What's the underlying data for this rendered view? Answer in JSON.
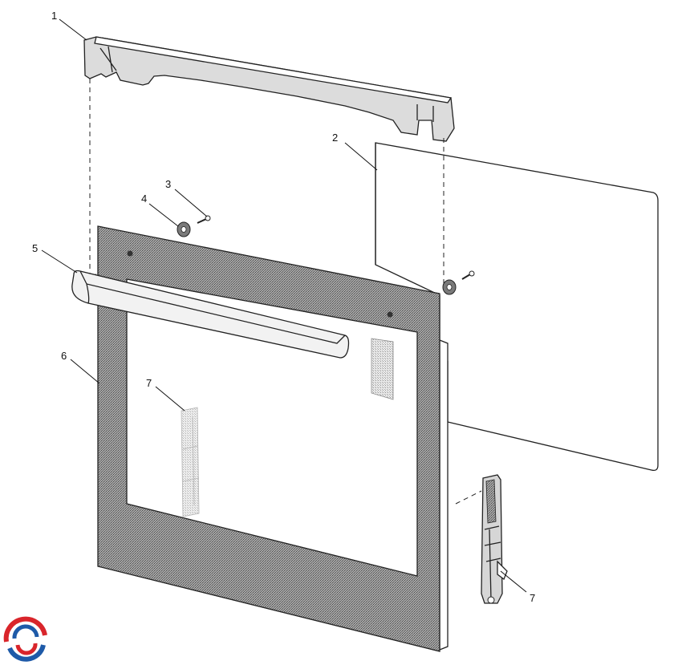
{
  "callouts": {
    "c1": "1",
    "c2": "2",
    "c3": "3",
    "c4": "4",
    "c5": "5",
    "c6": "6",
    "c7a": "7",
    "c7b": "7"
  },
  "colors": {
    "outer_door_fill": "#8c8c8c",
    "line": "#222222",
    "logo_red": "#d9252b",
    "logo_blue": "#1e5aa8"
  }
}
